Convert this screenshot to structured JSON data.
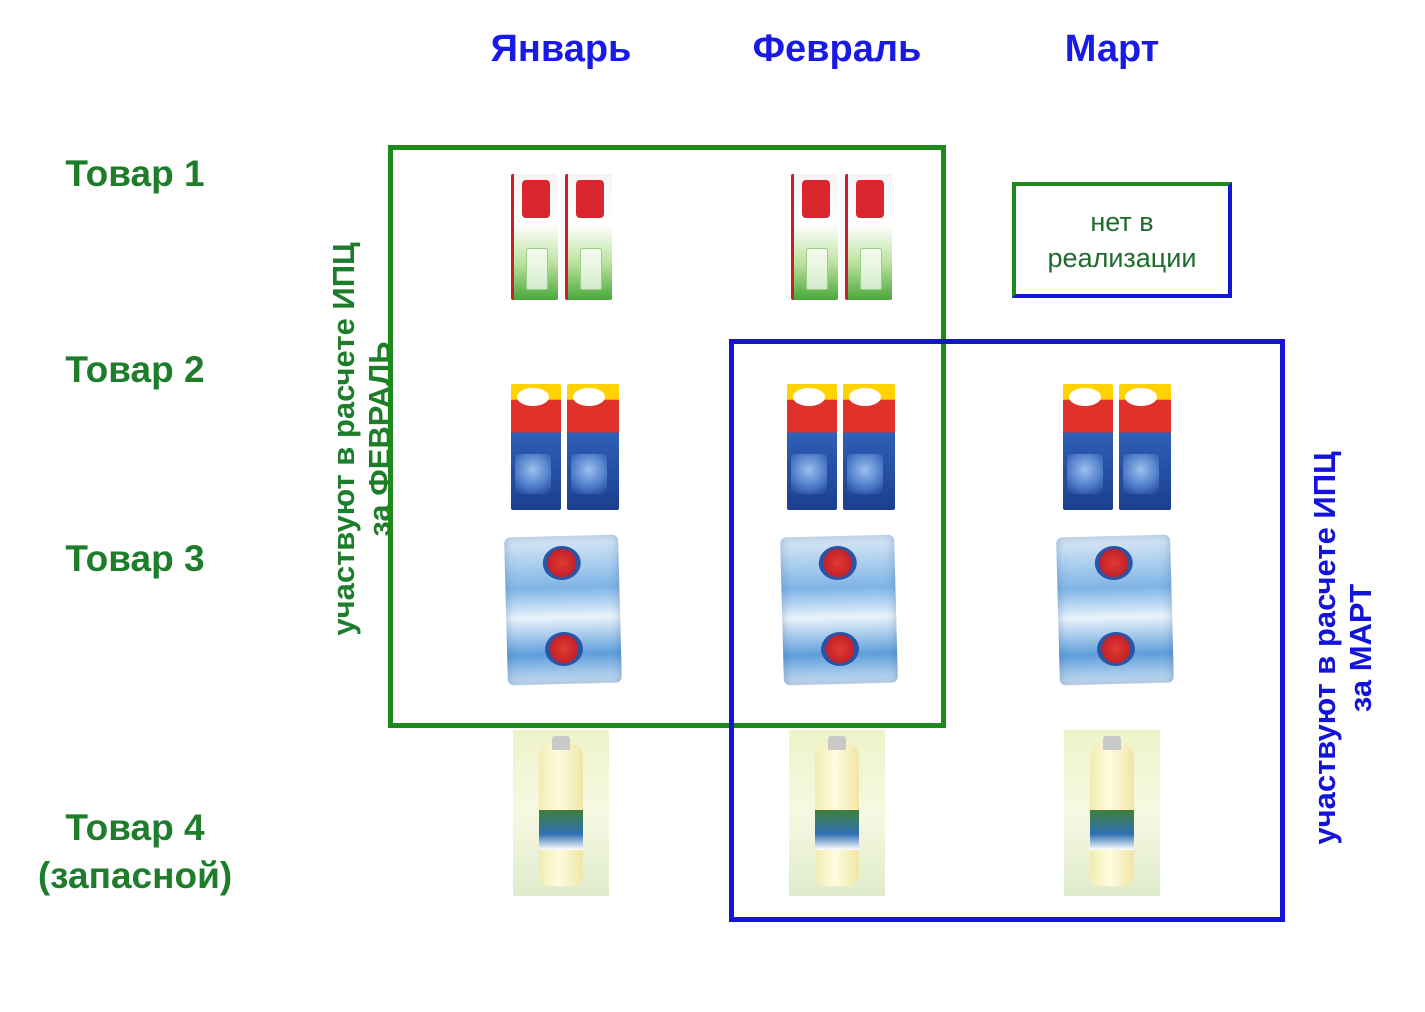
{
  "months": [
    "Январь",
    "Февраль",
    "Март"
  ],
  "products": {
    "p1": "Товар 1",
    "p2": "Товар 2",
    "p3": "Товар 3",
    "p4_line1": "Товар 4",
    "p4_line2": "(запасной)"
  },
  "labels": {
    "february": {
      "line1": "участвуют в расчете ИПЦ",
      "line2": "за ФЕВРАЛЬ"
    },
    "march": {
      "line1": "участвуют в расчете ИПЦ",
      "line2": "за МАРТ"
    }
  },
  "note": "нет в реализации",
  "colors": {
    "month_blue": "#1a1ae6",
    "label_green": "#1e7d2a",
    "frame_green": "#1e8a1e",
    "frame_blue": "#1313d9"
  }
}
